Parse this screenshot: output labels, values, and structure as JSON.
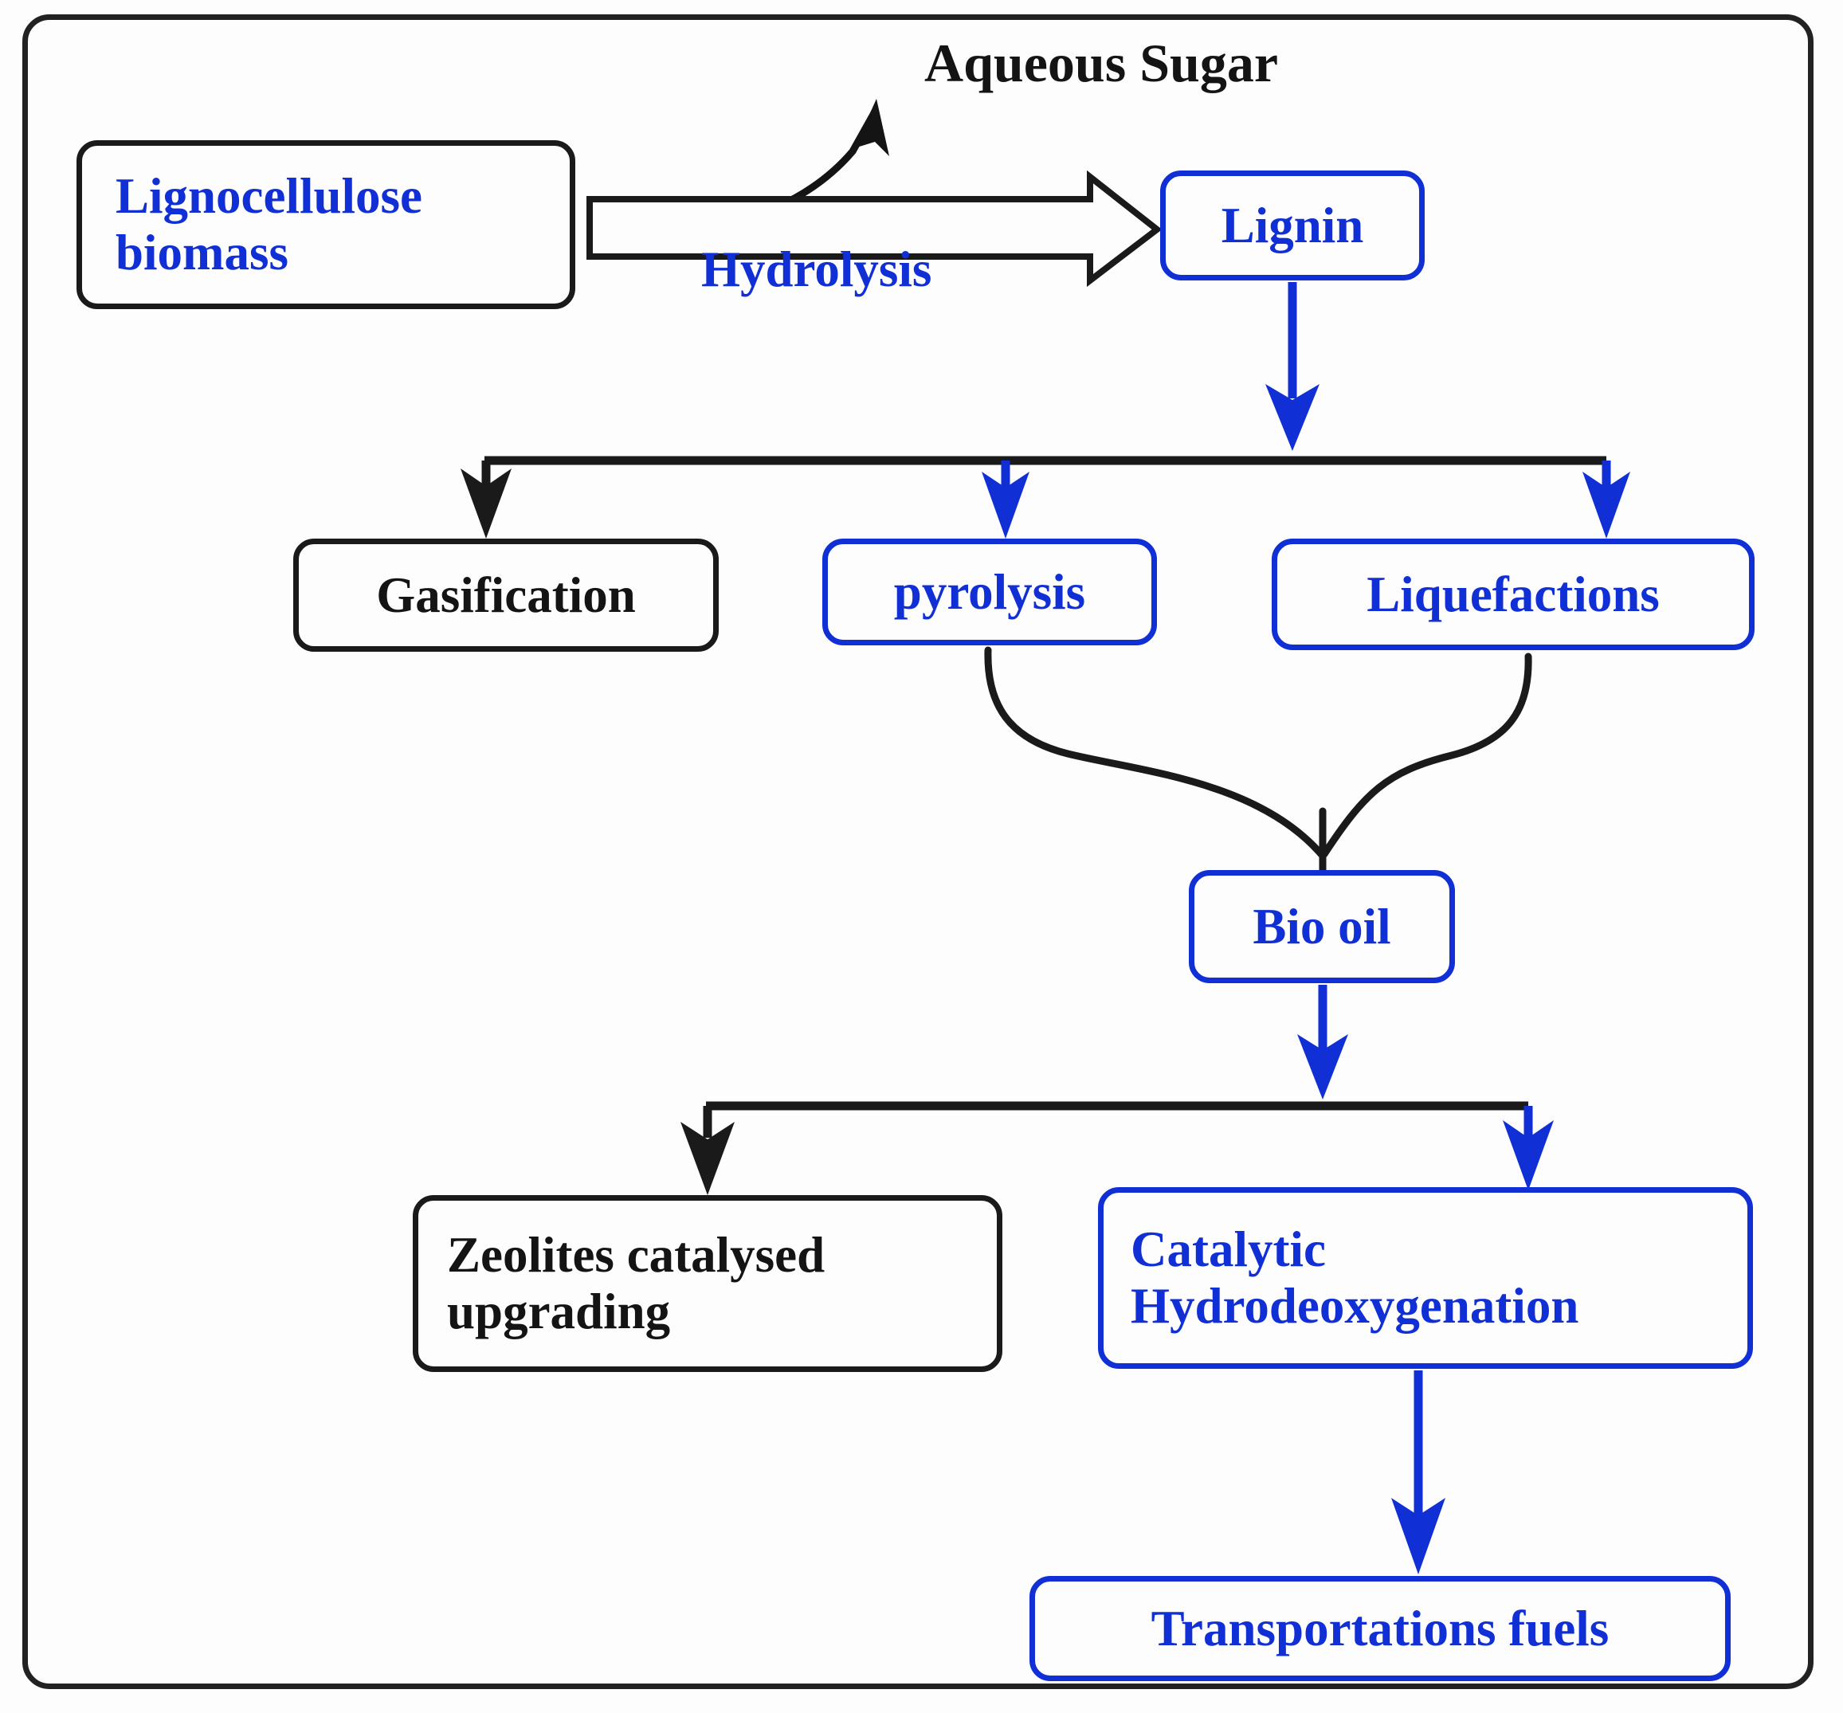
{
  "diagram": {
    "title": "Lignocellulose biomass valorisation pathways",
    "colors": {
      "blue": "#1030d6",
      "black": "#141414",
      "background": "#fdfdfd",
      "frame_border": "#222222"
    },
    "nodes": {
      "biomass": {
        "label": "Lignocellulose biomass",
        "line1": "Lignocellulose",
        "line2": "biomass",
        "style": "black-border-blue-text"
      },
      "lignin": {
        "label": "Lignin",
        "style": "blue-border-blue-text"
      },
      "gasification": {
        "label": "Gasification",
        "style": "black-border-black-text"
      },
      "pyrolysis": {
        "label": "pyrolysis",
        "style": "blue-border-blue-text"
      },
      "liquefactions": {
        "label": "Liquefactions",
        "style": "blue-border-blue-text"
      },
      "bio_oil": {
        "label": "Bio oil",
        "style": "blue-border-blue-text"
      },
      "zeolites": {
        "label": "Zeolites catalysed upgrading",
        "line1": "Zeolites catalysed",
        "line2": "upgrading",
        "style": "black-border-black-text"
      },
      "catalytic_hdo": {
        "label": "Catalytic Hydrodeoxygenation",
        "line1": "Catalytic",
        "line2": "Hydrodeoxygenation",
        "style": "blue-border-blue-text"
      },
      "transportation_fuels": {
        "label": "Transportations fuels",
        "style": "blue-border-blue-text"
      }
    },
    "labels": {
      "aqueous_sugar": "Aqueous Sugar",
      "hydrolysis": "Hydrolysis"
    },
    "edges": [
      {
        "from": "biomass",
        "to": "lignin",
        "label": "Hydrolysis",
        "kind": "hollow-block-arrow",
        "color": "#141414"
      },
      {
        "from": "biomass",
        "to": "aqueous_sugar",
        "label": "",
        "kind": "curved-arrow",
        "color": "#141414"
      },
      {
        "from": "lignin",
        "to": "branch-1",
        "label": "",
        "kind": "straight-arrow",
        "color": "#1030d6"
      },
      {
        "from": "branch-1",
        "to": "gasification",
        "label": "",
        "kind": "straight-arrow",
        "color": "#141414"
      },
      {
        "from": "branch-1",
        "to": "pyrolysis",
        "label": "",
        "kind": "straight-arrow",
        "color": "#1030d6"
      },
      {
        "from": "branch-1",
        "to": "liquefactions",
        "label": "",
        "kind": "straight-arrow",
        "color": "#1030d6"
      },
      {
        "from": "pyrolysis",
        "to": "bio_oil",
        "label": "",
        "kind": "curved-merge",
        "color": "#141414"
      },
      {
        "from": "liquefactions",
        "to": "bio_oil",
        "label": "",
        "kind": "curved-merge",
        "color": "#141414"
      },
      {
        "from": "bio_oil",
        "to": "branch-2",
        "label": "",
        "kind": "straight-arrow",
        "color": "#1030d6"
      },
      {
        "from": "branch-2",
        "to": "zeolites",
        "label": "",
        "kind": "straight-arrow",
        "color": "#141414"
      },
      {
        "from": "branch-2",
        "to": "catalytic_hdo",
        "label": "",
        "kind": "straight-arrow",
        "color": "#1030d6"
      },
      {
        "from": "catalytic_hdo",
        "to": "transportation_fuels",
        "label": "",
        "kind": "straight-arrow",
        "color": "#1030d6"
      }
    ]
  }
}
